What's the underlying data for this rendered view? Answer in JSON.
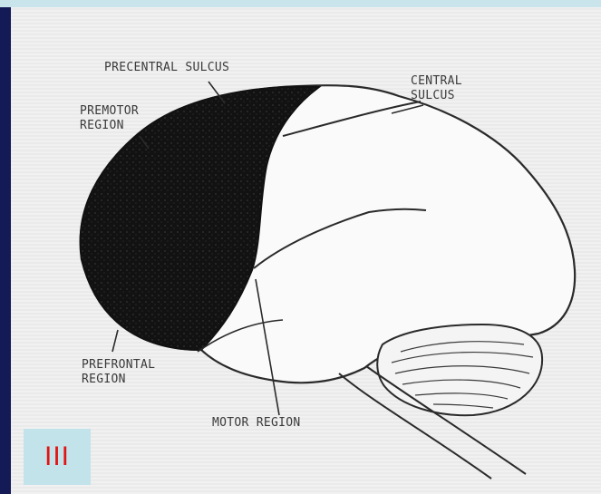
{
  "labels": {
    "precentral_sulcus": "PRECENTRAL  SULCUS",
    "central_sulcus": [
      "CENTRAL",
      "SULCUS"
    ],
    "premotor_region": [
      "PREMOTOR",
      "REGION"
    ],
    "prefrontal_region": [
      "PREFRONTAL",
      "REGION"
    ],
    "motor_region": "MOTOR REGION"
  },
  "badge": {
    "text": "III",
    "text_color": "#e01515",
    "background": "#c3e3ea"
  },
  "colors": {
    "slide_background": "#1a1f5e",
    "figure_background": "#efefef",
    "line": "#2a2a2a",
    "shaded_region": "#111111"
  }
}
